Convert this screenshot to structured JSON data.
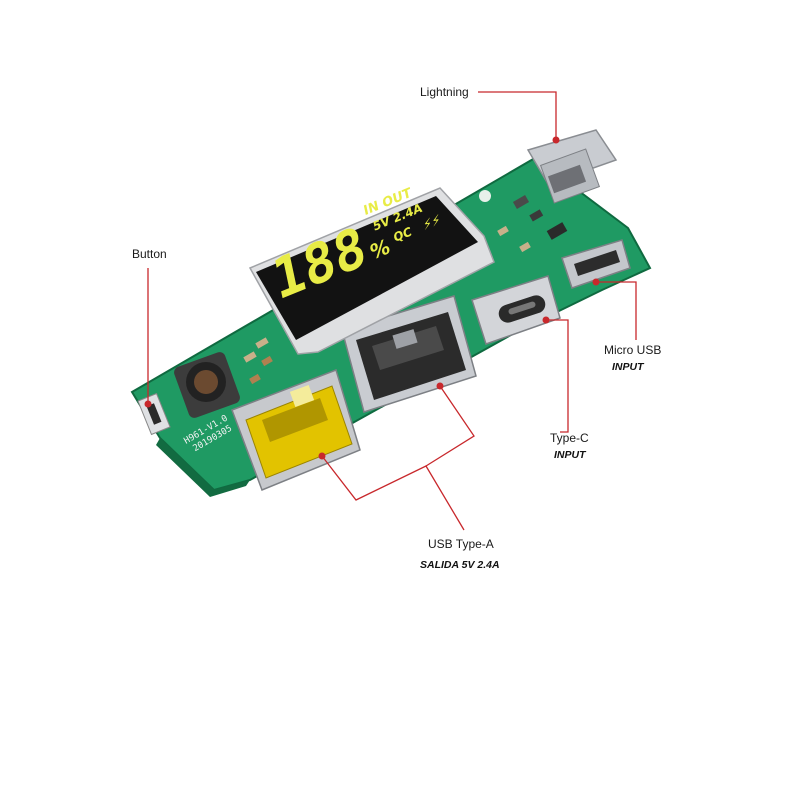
{
  "callouts": {
    "lightning": {
      "label": "Lightning"
    },
    "button": {
      "label": "Button"
    },
    "micro_usb": {
      "label": "Micro USB",
      "sub": "INPUT"
    },
    "type_c": {
      "label": "Type-C",
      "sub": "INPUT"
    },
    "usb_a": {
      "label": "USB Type-A",
      "sub": "SALIDA 5V 2.4A"
    }
  },
  "display": {
    "digits": "188",
    "percent": "%",
    "row1": "IN  OUT",
    "row2": "5V  2.4A",
    "row3": "QC"
  },
  "silkscreen": {
    "line1": "H961-V1.0",
    "line2": "20190305"
  },
  "colors": {
    "pcb": "#1f9a63",
    "pcb_dark": "#147a4c",
    "leader": "#c8282c",
    "lcd_segment": "#e8ec46"
  }
}
